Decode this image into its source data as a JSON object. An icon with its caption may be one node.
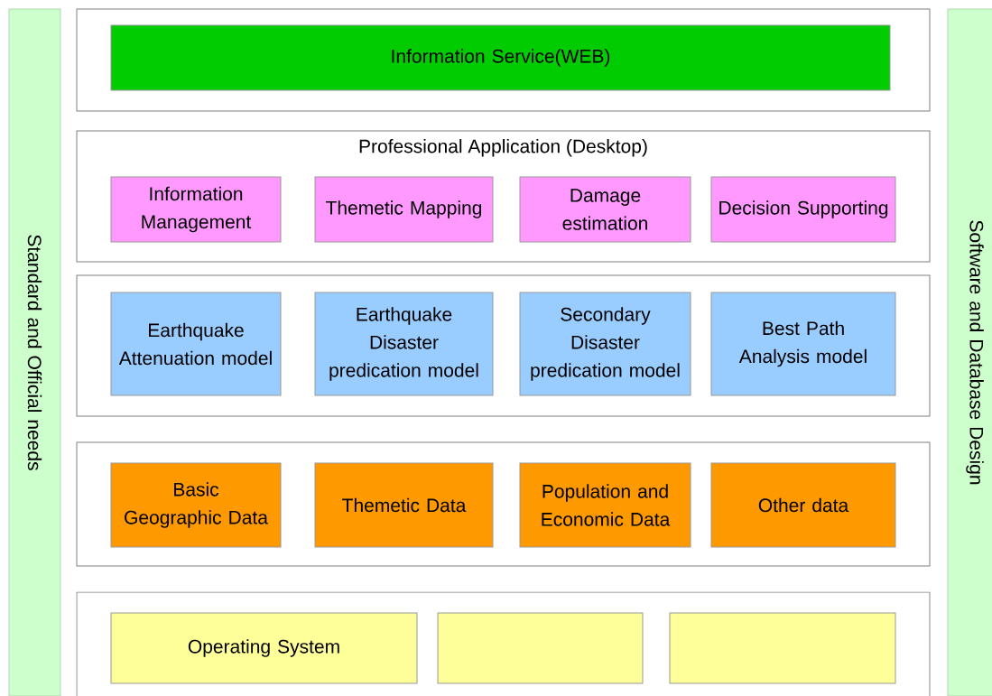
{
  "diagram": {
    "nodes": [
      {
        "text": [
          "Standard and Official needs"
        ]
      },
      {
        "text": [],
        "shape": "box"
      },
      {
        "text": [
          "Information Service(WEB)"
        ],
        "in": 1
      },
      {
        "text": [
          "Professional Application (Desktop)"
        ]
      },
      {
        "text": [
          "Information Management"
        ],
        "in": 3
      },
      {
        "text": [
          "Themetic Mapping"
        ],
        "in": 3
      },
      {
        "text": [
          "Damage estimation"
        ],
        "in": 3
      },
      {
        "text": [
          "Decision Supporting"
        ],
        "in": 3
      },
      {
        "text": [],
        "shape": "box"
      },
      {
        "text": [
          "Earthquake Attenuation model"
        ],
        "in": 8
      },
      {
        "text": [
          "Earthquake Disaster predication model"
        ],
        "in": 8
      },
      {
        "text": [
          "Secondary Disaster predication model"
        ],
        "in": 8
      },
      {
        "text": [
          "Best Path Analysis model"
        ],
        "in": 8
      },
      {
        "text": [],
        "shape": "box"
      },
      {
        "text": [
          "Basic Geographic Data"
        ],
        "in": 13
      },
      {
        "text": [
          "Themetic Data"
        ],
        "in": 13
      },
      {
        "text": [
          "Population and Economic Data"
        ],
        "in": 13
      },
      {
        "text": [
          "Other data"
        ],
        "in": 13
      },
      {
        "text": [],
        "shape": "box"
      },
      {
        "text": [
          "Operating System"
        ],
        "in": 18
      },
      {
        "text": [],
        "shape": "box",
        "in": 18
      },
      {
        "text": [],
        "shape": "box",
        "in": 18
      },
      {
        "text": [
          "Software and Database Design"
        ]
      }
    ]
  }
}
